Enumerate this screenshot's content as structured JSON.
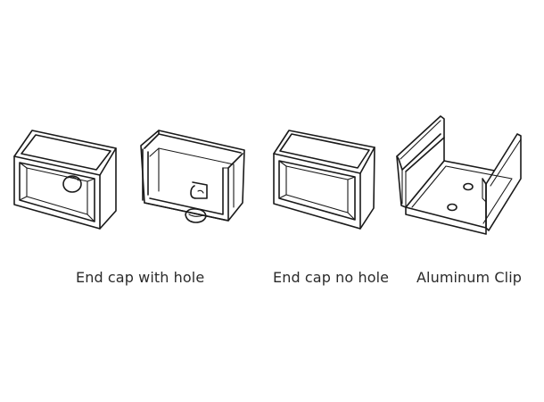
{
  "figure": {
    "items": [
      {
        "icon": "end-cap-with-hole-icon",
        "label": "End cap with hole"
      },
      {
        "icon": "end-cap-no-hole-icon",
        "label": "End cap no hole"
      },
      {
        "icon": "aluminum-clip-icon",
        "label": "Aluminum Clip"
      }
    ],
    "line_color": "#1a1a1a",
    "background_color": "#ffffff"
  }
}
